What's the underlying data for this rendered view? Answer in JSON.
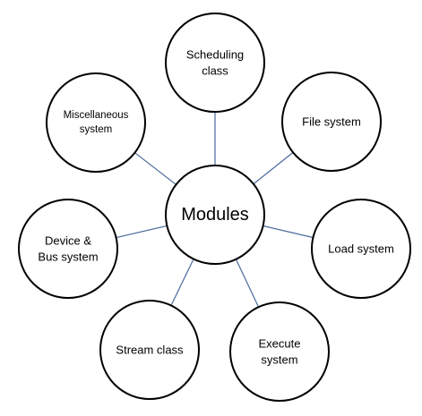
{
  "center": {
    "label": [
      "Modules"
    ]
  },
  "nodes": [
    {
      "id": "scheduling-class",
      "label": [
        "Scheduling",
        "class"
      ]
    },
    {
      "id": "file-system",
      "label": [
        "File system"
      ]
    },
    {
      "id": "load-system",
      "label": [
        "Load system"
      ]
    },
    {
      "id": "execute-system",
      "label": [
        "Execute",
        "system"
      ]
    },
    {
      "id": "stream-class",
      "label": [
        "Stream class"
      ]
    },
    {
      "id": "device-bus-system",
      "label": [
        "Device &",
        "Bus system"
      ]
    },
    {
      "id": "miscellaneous-system",
      "label": [
        "Miscellaneous",
        "system"
      ]
    }
  ],
  "colors": {
    "connector": "#4a6a9c",
    "circle_stroke": "#000000",
    "background": "#ffffff"
  }
}
